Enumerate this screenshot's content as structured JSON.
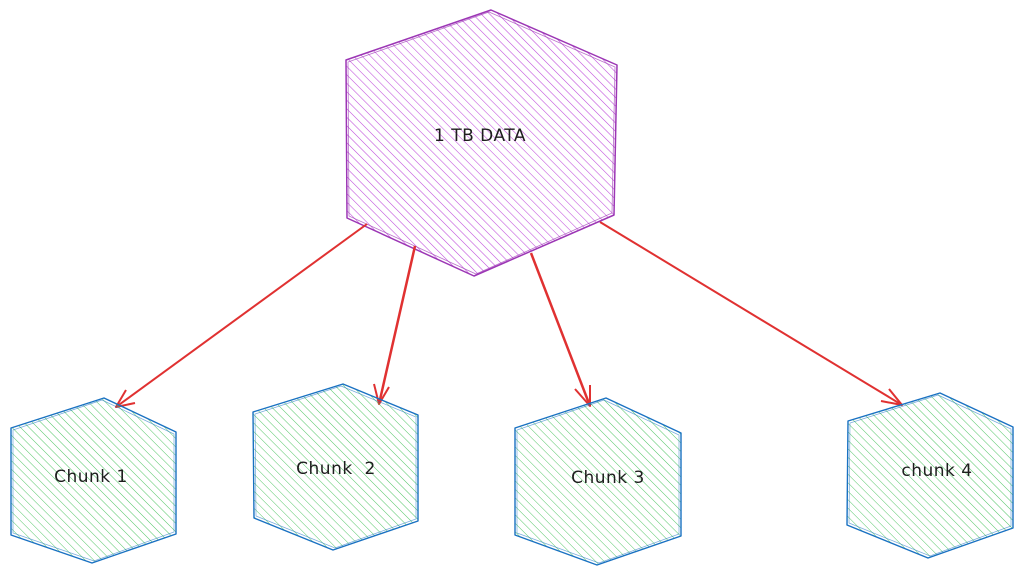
{
  "colors": {
    "root_stroke": "#9c36b5",
    "root_fill": "#be4bdb",
    "chunk_stroke": "#1971c2",
    "chunk_fill": "#40c057",
    "arrow": "#e03131",
    "label": "#1e1e1e"
  },
  "diagram": {
    "root": {
      "label": "1 TB DATA"
    },
    "chunks": [
      {
        "label": "Chunk 1"
      },
      {
        "label": "Chunk  2"
      },
      {
        "label": "Chunk 3"
      },
      {
        "label": "chunk 4"
      }
    ]
  }
}
